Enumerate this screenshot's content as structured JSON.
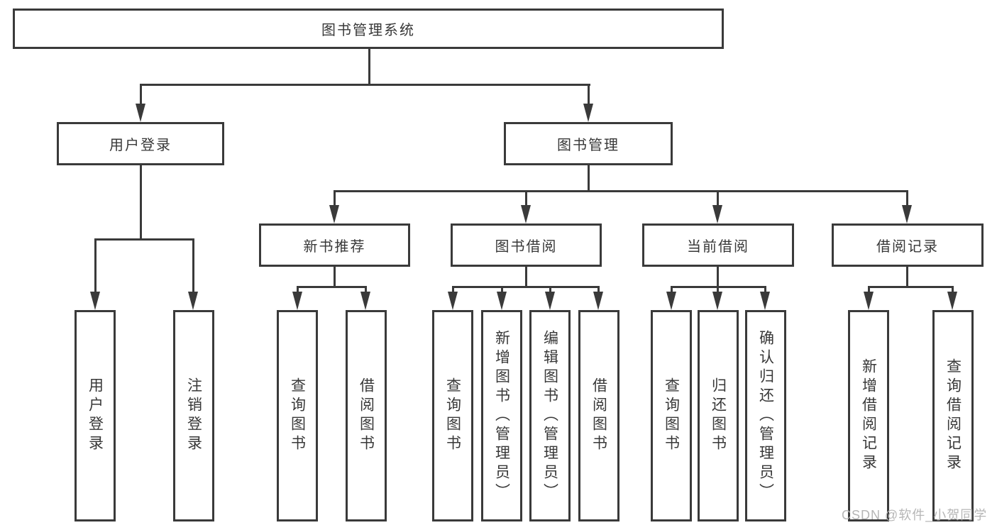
{
  "diagram": {
    "title_node": "图书管理系统",
    "line_color": "#3a3a3a",
    "root": {
      "label": "图书管理系统"
    },
    "branches": [
      {
        "label": "用户登录",
        "children": [
          {
            "label": "用户登录"
          },
          {
            "label": "注销登录"
          }
        ]
      },
      {
        "label": "图书管理",
        "children": [
          {
            "label": "新书推荐",
            "children": [
              {
                "label": "查询图书"
              },
              {
                "label": "借阅图书"
              }
            ]
          },
          {
            "label": "图书借阅",
            "children": [
              {
                "label": "查询图书"
              },
              {
                "label": "新增图书（管理员）"
              },
              {
                "label": "编辑图书（管理员）"
              },
              {
                "label": "借阅图书"
              }
            ]
          },
          {
            "label": "当前借阅",
            "children": [
              {
                "label": "查询图书"
              },
              {
                "label": "归还图书"
              },
              {
                "label": "确认归还（管理员）"
              }
            ]
          },
          {
            "label": "借阅记录",
            "children": [
              {
                "label": "新增借阅记录"
              },
              {
                "label": "查询借阅记录"
              }
            ]
          }
        ]
      }
    ]
  },
  "watermark": {
    "text": "CSDN @软件_小贺同学",
    "color": "#b2b2b2"
  }
}
